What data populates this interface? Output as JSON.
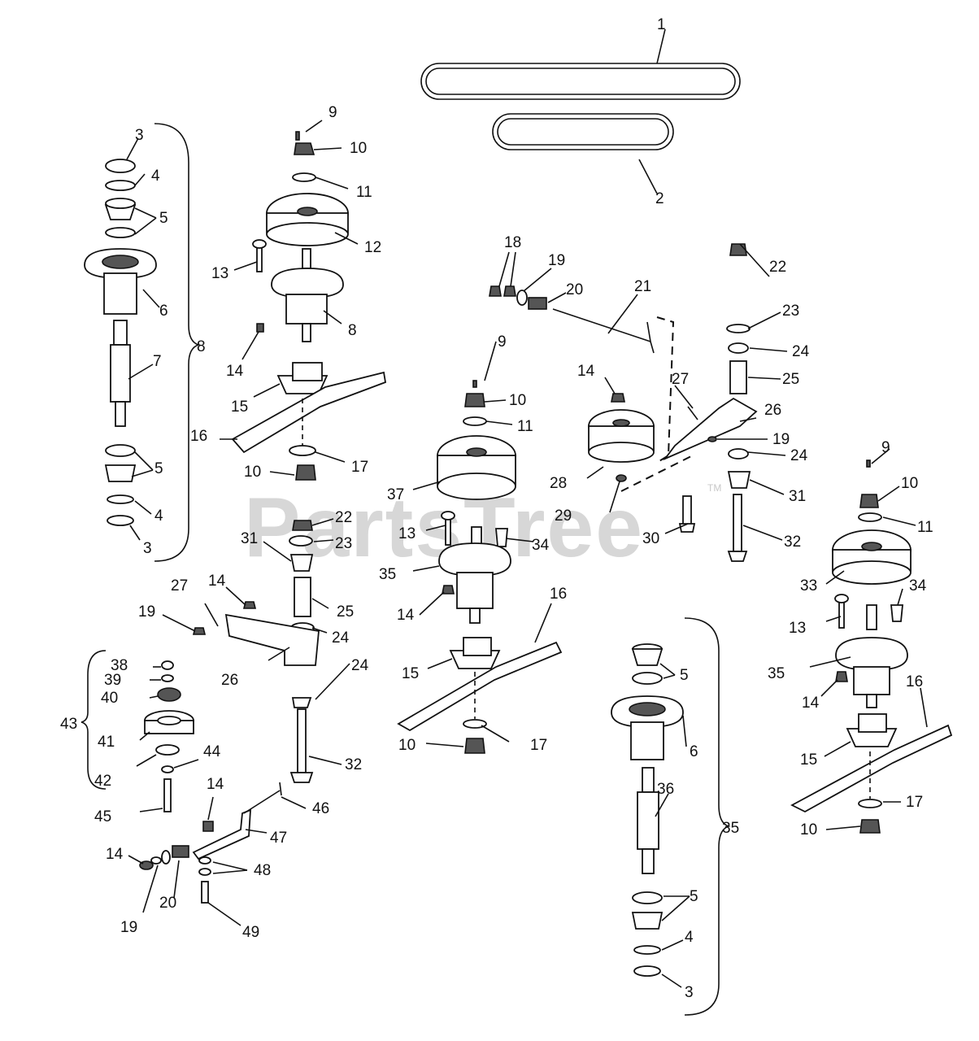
{
  "watermark": {
    "text": "PartsTree",
    "mark": "TM"
  },
  "callouts": {
    "c1": "1",
    "c2": "2",
    "c3a": "3",
    "c3b": "3",
    "c3c": "3",
    "c4a": "4",
    "c4b": "4",
    "c4c": "4",
    "c5a": "5",
    "c5b": "5",
    "c5c": "5",
    "c5d": "5",
    "c6a": "6",
    "c6b": "6",
    "c7": "7",
    "c8a": "8",
    "c8b": "8",
    "c9a": "9",
    "c9b": "9",
    "c9c": "9",
    "c10a": "10",
    "c10b": "10",
    "c10c": "10",
    "c10d": "10",
    "c10e": "10",
    "c10f": "10",
    "c11a": "11",
    "c11b": "11",
    "c11c": "11",
    "c12": "12",
    "c13a": "13",
    "c13b": "13",
    "c13c": "13",
    "c14a": "14",
    "c14b": "14",
    "c14c": "14",
    "c14d": "14",
    "c14e": "14",
    "c14f": "14",
    "c14g": "14",
    "c15a": "15",
    "c15b": "15",
    "c15c": "15",
    "c16a": "16",
    "c16b": "16",
    "c16c": "16",
    "c17a": "17",
    "c17b": "17",
    "c17c": "17",
    "c18": "18",
    "c19a": "19",
    "c19b": "19",
    "c19c": "19",
    "c19d": "19",
    "c20a": "20",
    "c20b": "20",
    "c21": "21",
    "c22a": "22",
    "c22b": "22",
    "c23a": "23",
    "c23b": "23",
    "c24a": "24",
    "c24b": "24",
    "c24c": "24",
    "c24d": "24",
    "c25a": "25",
    "c25b": "25",
    "c26a": "26",
    "c26b": "26",
    "c27a": "27",
    "c27b": "27",
    "c28": "28",
    "c29": "29",
    "c30": "30",
    "c31a": "31",
    "c31b": "31",
    "c32a": "32",
    "c32b": "32",
    "c33": "33",
    "c34a": "34",
    "c34b": "34",
    "c35a": "35",
    "c35b": "35",
    "c35c": "35",
    "c36": "36",
    "c37": "37",
    "c38": "38",
    "c39": "39",
    "c40": "40",
    "c41": "41",
    "c42": "42",
    "c43": "43",
    "c44": "44",
    "c45": "45",
    "c46": "46",
    "c47": "47",
    "c48": "48",
    "c49": "49"
  }
}
